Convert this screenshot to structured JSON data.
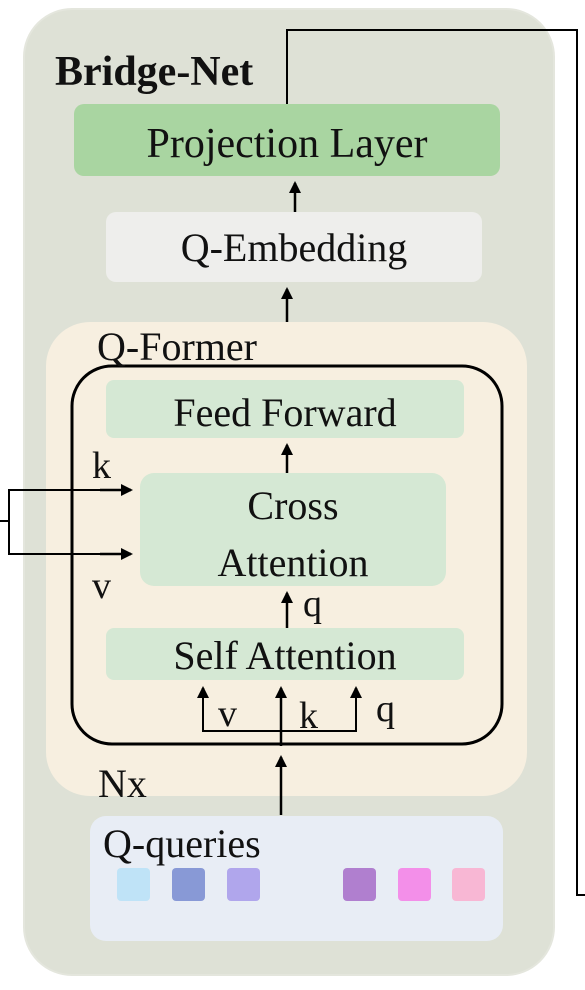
{
  "title": "Bridge-Net",
  "blocks": {
    "projection": "Projection Layer",
    "q_embedding": "Q-Embedding",
    "q_former": "Q-Former",
    "feed_forward": "Feed Forward",
    "cross_attention_line1": "Cross",
    "cross_attention_line2": "Attention",
    "self_attention": "Self Attention",
    "q_queries": "Q-queries",
    "repeat": "Nx"
  },
  "labels": {
    "k": "k",
    "v": "v",
    "q": "q"
  },
  "query_token_colors": [
    "#bfe3f7",
    "#8899d6",
    "#b0a6ec",
    "#b07fcf",
    "#f38fe9",
    "#f8b7d4"
  ],
  "colors": {
    "outer_panel": "#dee1d6",
    "projection_fill": "#a9d5a1",
    "embedding_fill": "#eeeeec",
    "qformer_fill": "#f7efe0",
    "attention_fill": "#d5e8d4",
    "queries_fill": "#e8edf5"
  }
}
